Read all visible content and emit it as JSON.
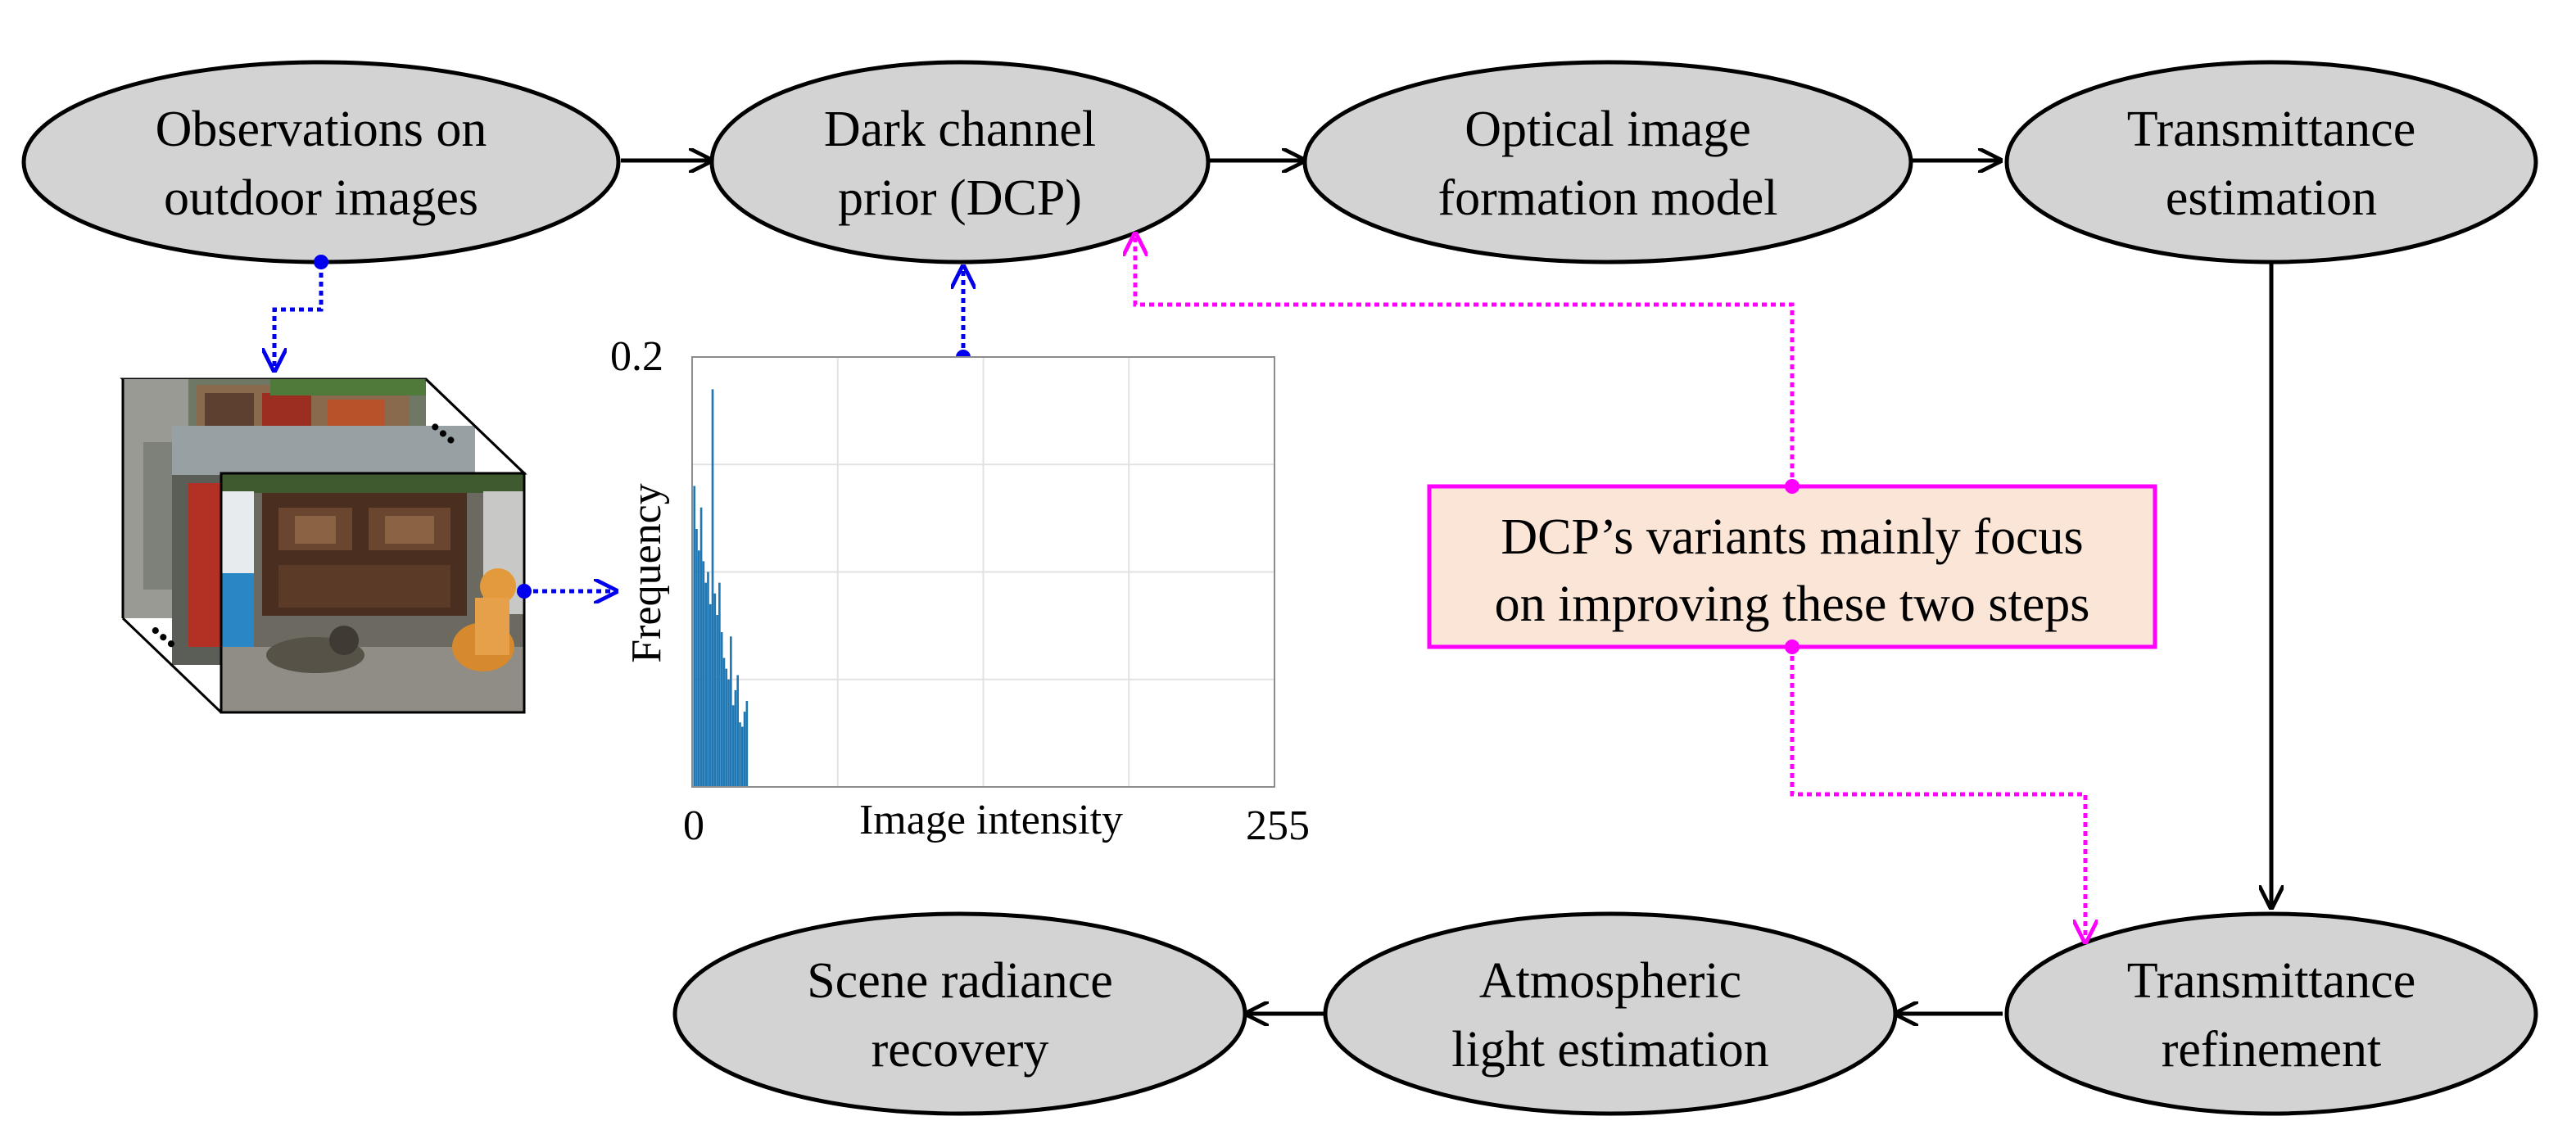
{
  "nodes": {
    "observations": {
      "line1": "Observations on",
      "line2": "outdoor images"
    },
    "dcp": {
      "line1": "Dark channel",
      "line2": "prior (DCP)"
    },
    "optical": {
      "line1": "Optical image",
      "line2": "formation model"
    },
    "transmittance_estimation": {
      "line1": "Transmittance",
      "line2": "estimation"
    },
    "transmittance_refinement": {
      "line1": "Transmittance",
      "line2": "refinement"
    },
    "atmospheric": {
      "line1": "Atmospheric",
      "line2": "light estimation"
    },
    "scene_radiance": {
      "line1": "Scene radiance",
      "line2": "recovery"
    }
  },
  "note": {
    "line1": "DCP’s variants mainly focus",
    "line2": "on improving these two steps"
  },
  "stack_ellipsis": "...",
  "chart_data": {
    "type": "bar",
    "xlabel": "Image intensity",
    "ylabel": "Frequency",
    "xlim": [
      0,
      255
    ],
    "ylim": [
      0,
      0.2
    ],
    "x_tick_labels": [
      "0",
      "255"
    ],
    "y_tick_labels": [
      "0.2"
    ],
    "grid": true,
    "bar_color": "#1f77b4",
    "x": [
      1,
      2,
      3,
      4,
      5,
      6,
      7,
      8,
      9,
      10,
      11,
      12,
      13,
      14,
      15,
      16,
      17,
      18,
      19,
      20,
      21,
      22,
      23,
      24
    ],
    "values": [
      0.14,
      0.12,
      0.11,
      0.13,
      0.105,
      0.095,
      0.1,
      0.085,
      0.185,
      0.09,
      0.08,
      0.095,
      0.072,
      0.06,
      0.055,
      0.05,
      0.07,
      0.038,
      0.045,
      0.052,
      0.03,
      0.028,
      0.035,
      0.04
    ]
  },
  "colors": {
    "node_fill": "#d3d3d3",
    "blue_link": "#0000ee",
    "pink_link": "#ff00ff",
    "note_fill": "#fbe5d6",
    "note_border": "#ff00ff",
    "bar": "#1f77b4"
  }
}
